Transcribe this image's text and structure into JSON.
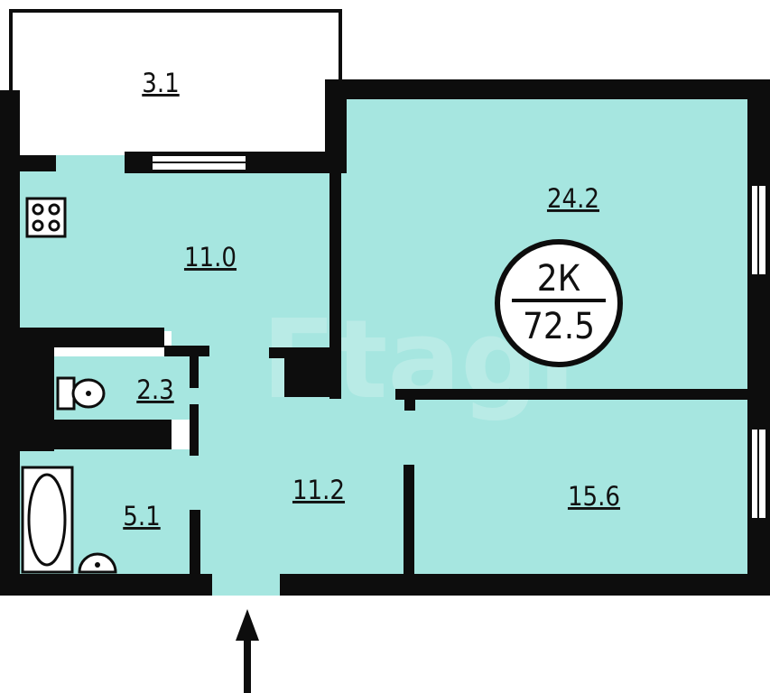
{
  "colors": {
    "floor": "#a6e6e0",
    "wall": "#0d0d0d",
    "background": "#ffffff"
  },
  "rooms": {
    "balcony": "3.1",
    "kitchen": "11.0",
    "living_room": "24.2",
    "toilet": "2.3",
    "bathroom": "5.1",
    "hallway": "11.2",
    "bedroom": "15.6"
  },
  "badge": {
    "type": "2К",
    "total_area": "72.5"
  },
  "watermark": "Etagi",
  "icons": [
    "stove-icon",
    "toilet-icon",
    "bathtub-icon",
    "sink-icon",
    "entrance-arrow-icon"
  ]
}
